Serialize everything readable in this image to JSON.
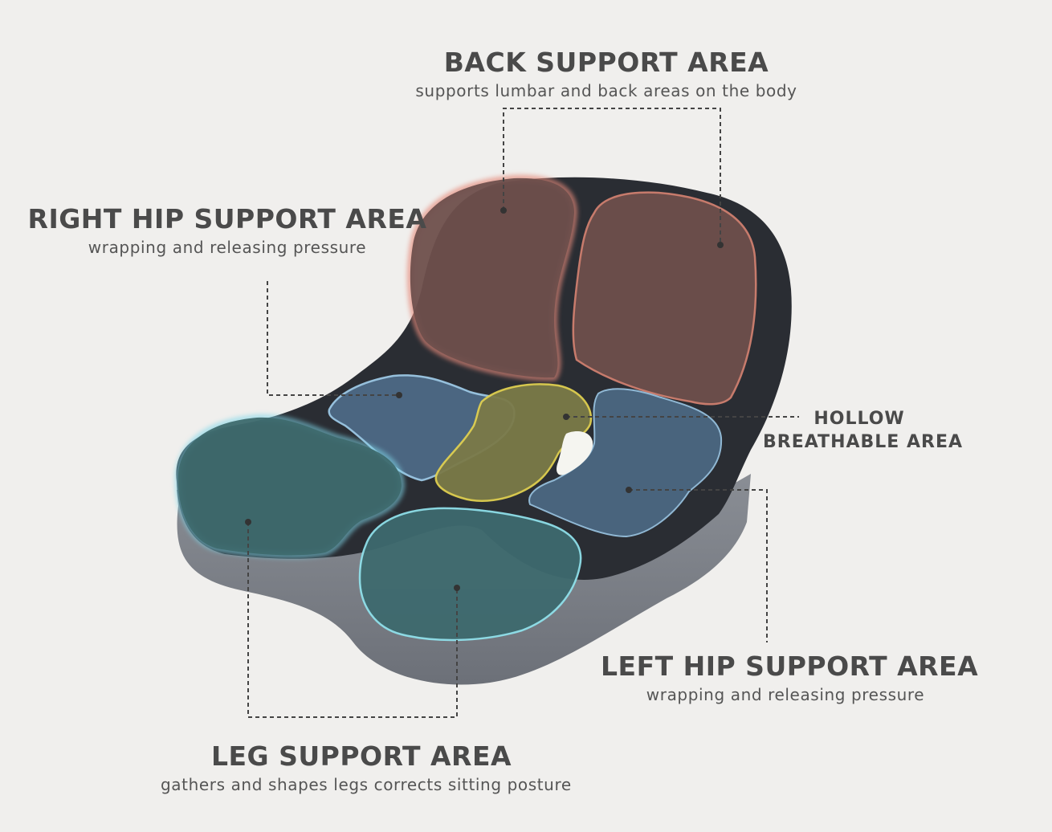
{
  "labels": {
    "back": {
      "title": "BACK SUPPORT AREA",
      "subtitle": "supports lumbar and back areas on the body"
    },
    "right_hip": {
      "title": "RIGHT HIP SUPPORT AREA",
      "subtitle": "wrapping and releasing pressure"
    },
    "hollow": {
      "line1": "HOLLOW",
      "line2": "BREATHABLE AREA"
    },
    "left_hip": {
      "title": "LEFT HIP SUPPORT AREA",
      "subtitle": "wrapping and releasing pressure"
    },
    "leg": {
      "title": "LEG SUPPORT AREA",
      "subtitle": "gathers and shapes legs corrects sitting posture"
    }
  },
  "colors": {
    "background": "#f0efed",
    "cushion_gray": "#7b7f87",
    "cushion_top": "#2a2d33",
    "back_zone": "#6e4f4c",
    "hip_zone": "#4d6a86",
    "leg_zone": "#3e6a6e",
    "hollow_zone": "#7b7a48",
    "leader_line": "#444444"
  }
}
